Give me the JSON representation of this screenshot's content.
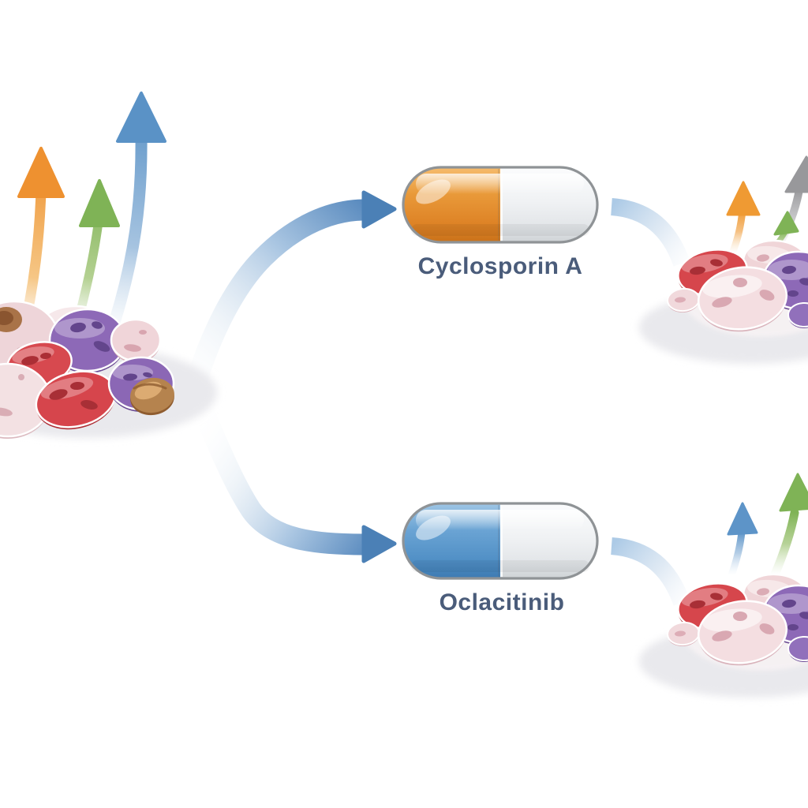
{
  "diagram": {
    "background": "#ffffff",
    "label_color": "#4a5c7a",
    "connector_color": "#5688bd",
    "source": {
      "icon": "cell-cluster-icon",
      "cell_colors": [
        "#d6464c",
        "#8d69b7",
        "#f0d5d8",
        "#f6e8ea",
        "#b5834e"
      ],
      "growth_arrows": [
        {
          "icon": "curved-up-arrow-icon",
          "color": "#ee9130",
          "size": "medium"
        },
        {
          "icon": "curved-up-arrow-icon",
          "color": "#7fb356",
          "size": "small"
        },
        {
          "icon": "curved-up-arrow-icon",
          "color": "#5a92c6",
          "size": "large"
        }
      ]
    },
    "pathways": [
      {
        "drug_label": "Cyclosporin A",
        "capsule": {
          "icon": "capsule-icon",
          "left_color": "#e79233",
          "right_color": "#eef0f2"
        },
        "result": {
          "icon": "cell-cluster-icon",
          "arrows": [
            {
              "icon": "curved-up-arrow-icon",
              "color": "#ef9a33",
              "size": "small"
            },
            {
              "icon": "curved-up-arrow-icon",
              "color": "#7fb356",
              "size": "tiny"
            },
            {
              "icon": "curved-up-arrow-icon",
              "color": "#98989b",
              "size": "large"
            }
          ]
        }
      },
      {
        "drug_label": "Oclacitinib",
        "capsule": {
          "icon": "capsule-icon",
          "left_color": "#5f9ccf",
          "right_color": "#eef0f2"
        },
        "result": {
          "icon": "cell-cluster-icon",
          "arrows": [
            {
              "icon": "curved-up-arrow-icon",
              "color": "#5d94c8",
              "size": "small"
            },
            {
              "icon": "curved-up-arrow-icon",
              "color": "#7fb356",
              "size": "large"
            }
          ]
        }
      }
    ]
  }
}
